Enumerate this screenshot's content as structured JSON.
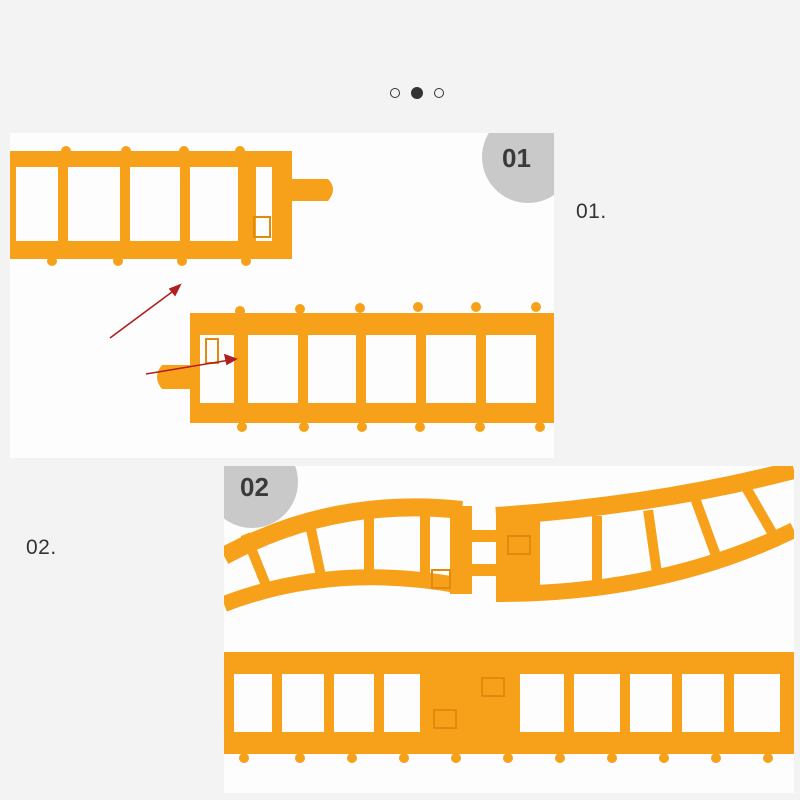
{
  "carousel": {
    "dot_count": 3,
    "active_index": 1
  },
  "steps": [
    {
      "badge": "01",
      "label": "01."
    },
    {
      "badge": "02",
      "label": "02."
    }
  ],
  "colors": {
    "track": "#f7a11a",
    "track_dark": "#e08a0e",
    "badge_bg": "#c9c9c9",
    "arrow": "#b02020",
    "card_bg": "#fdfdfd"
  }
}
